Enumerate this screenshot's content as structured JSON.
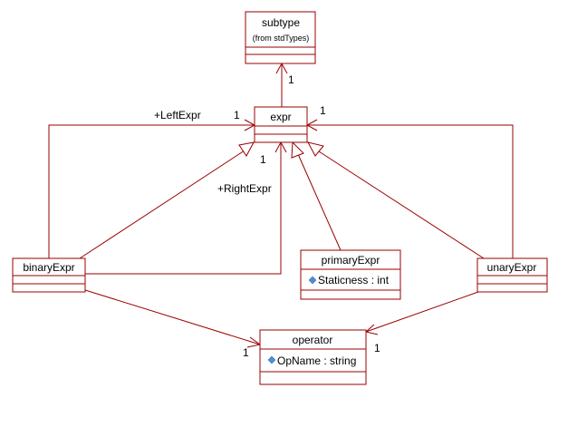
{
  "colors": {
    "line": "#990000",
    "attribute_icon": "#4a8fd8",
    "text": "#000000",
    "background": "#ffffff"
  },
  "classes": {
    "subtype": {
      "name": "subtype",
      "stereotype": "(from stdTypes)"
    },
    "expr": {
      "name": "expr"
    },
    "binary": {
      "name": "binaryExpr"
    },
    "primary": {
      "name": "primaryExpr",
      "attribute": "Staticness : int"
    },
    "unary": {
      "name": "unaryExpr"
    },
    "operator": {
      "name": "operator",
      "attribute": "OpName : string"
    }
  },
  "labels": {
    "left_role": "+LeftExpr",
    "right_role": "+RightExpr",
    "mult_subtype": "1",
    "mult_expr_left": "1",
    "mult_expr_top_right": "1",
    "mult_expr_bottom": "1",
    "mult_operator_left": "1",
    "mult_operator_right": "1"
  },
  "icons": {
    "attribute": "diamond-icon"
  }
}
